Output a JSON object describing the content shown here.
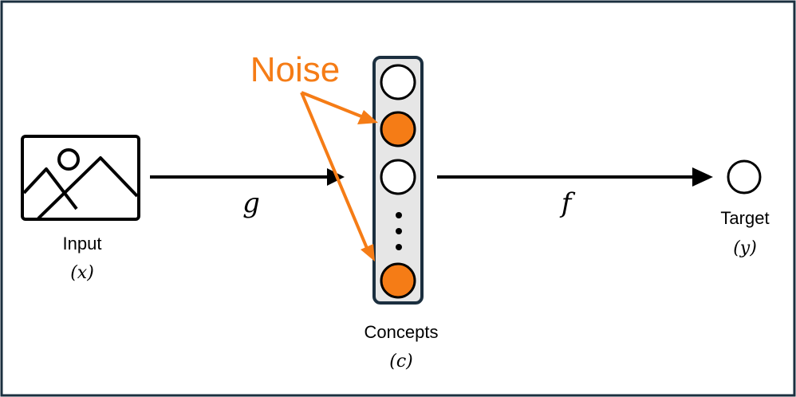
{
  "colors": {
    "border": "#1b2f3f",
    "noise": "#f57c16",
    "concept_panel_fill": "#e6e6e6",
    "arrow": "#000000"
  },
  "icons": {
    "input": "image-icon"
  },
  "labels": {
    "input_name": "Input",
    "input_var": "(x)",
    "g_function": "g",
    "concepts_name": "Concepts",
    "concepts_var": "(c)",
    "f_function": "f",
    "target_name": "Target",
    "target_var": "(y)",
    "noise": "Noise"
  },
  "concepts": [
    {
      "state": "clean"
    },
    {
      "state": "noisy"
    },
    {
      "state": "clean"
    },
    {
      "state": "ellipsis"
    },
    {
      "state": "noisy"
    }
  ]
}
